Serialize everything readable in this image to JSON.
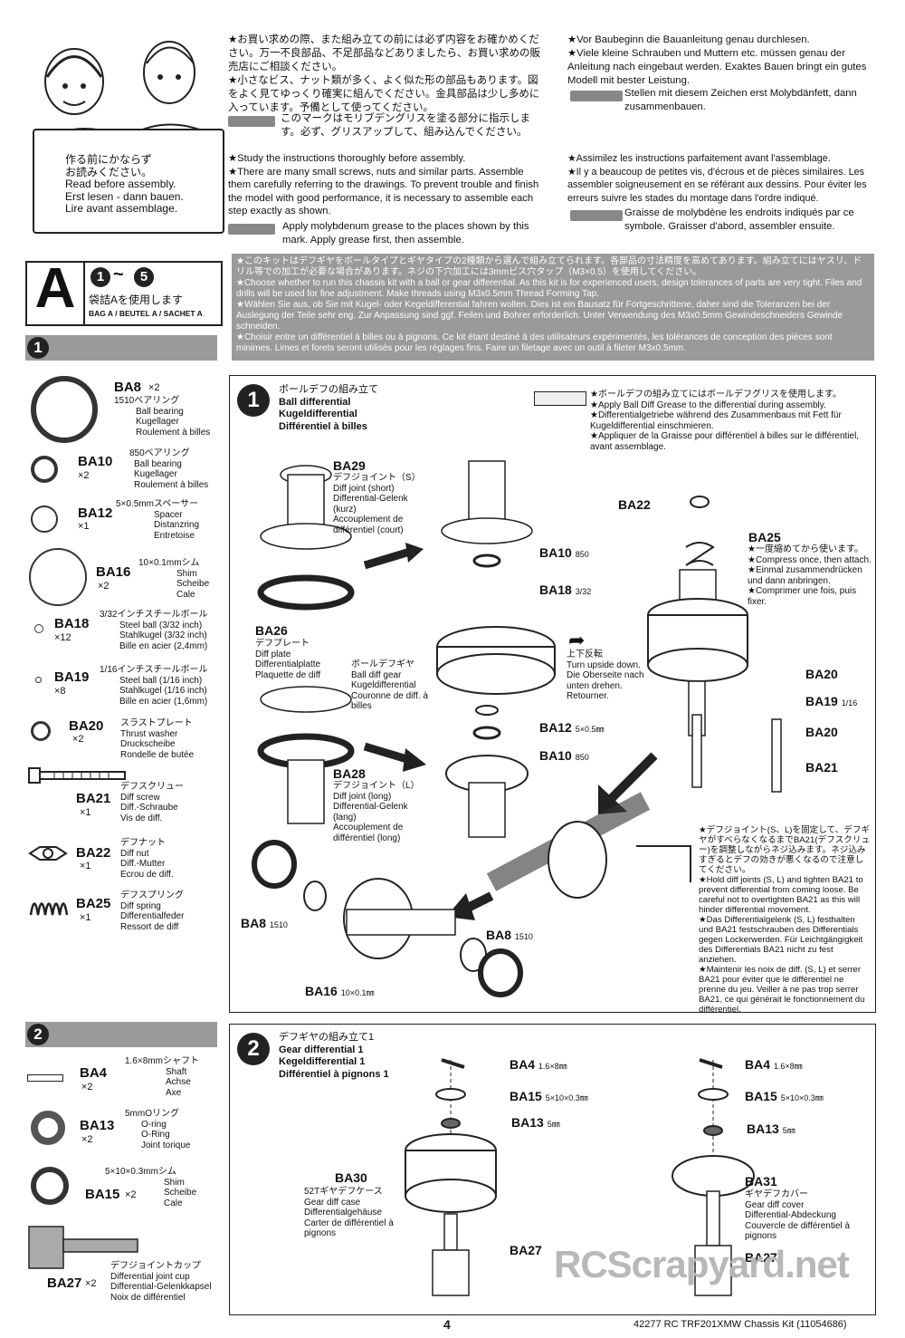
{
  "header": {
    "badge_lines": [
      "作る前にかならず",
      "お読みください。",
      "Read before assembly.",
      "Erst lesen - dann bauen.",
      "Lire avant assemblage."
    ],
    "jp_text": "★お買い求めの際、また組み立ての前には必ず内容をお確かめください。万一不良部品、不足部品などありましたら、お買い求めの販売店にご相談ください。\n★小さなビス、ナット類が多く、よく似た形の部品もあります。図をよく見てゆっくり確実に組んでください。金具部品は少し多めに入っています。予備として使ってください。",
    "jp_grease": "このマークはモリブデングリスを塗る部分に指示します。必ず、グリスアップして、組み込んでください。",
    "en_text": "★Study the instructions thoroughly before assembly.\n★There are many small screws, nuts and similar parts. Assemble them carefully referring to the drawings. To prevent trouble and finish the model with good performance, it is necessary to assemble each step exactly as shown.",
    "en_grease": "Apply molybdenum grease to the places shown by this mark.  Apply grease first, then assemble.",
    "de_text": "★Vor Baubeginn die Bauanleitung genau durchlesen.\n★Viele kleine Schrauben und Muttern etc. müssen genau der Anleitung nach eingebaut werden. Exaktes Bauen bringt ein gutes Modell mit bester Leistung.",
    "de_grease": "Stellen mit diesem Zeichen erst Molybdänfett, dann zusammenbauen.",
    "fr_text": "★Assimilez les instructions parfaitement avant l'assemblage.\n★Il y a beaucoup de petites vis, d'écrous et de pièces similaires. Les assembler soigneusement en se référant aux dessins. Pour éviter les erreurs suivre les stades du montage dans l'ordre indiqué.",
    "fr_grease": "Graisse de molybdène les endroits indiqués par ce symbole. Graisser d'abord, assembler ensuite."
  },
  "bag": {
    "letter": "A",
    "range_start": "1",
    "range_sep": "~",
    "range_end": "5",
    "jp": "袋詰Aを使用します",
    "label": "BAG A / BEUTEL A / SACHET A"
  },
  "notice": "★このキットはデフギヤをボールタイプとギヤタイプの2種類から選んで組み立てられます。各部品の寸法精度を高めてあります。組み立てにはヤスリ、ドリル等での加工が必要な場合があります。ネジの下穴加工には3mmビス穴タップ（M3×0.5）を使用してください。\n★Choose whether to run this chassis kit with a ball or gear differential. As this kit is for experienced users, design tolerances of parts are very tight. Files and drills will be used for fine adjustment. Make threads using M3x0.5mm Thread Forming Tap.\n★Wählen Sie aus, ob Sie mit Kugel- oder Kegeldifferential fahren wollen. Dies ist ein Bausatz für Fortgeschrittene, daher sind die Toleranzen bei der Auslegung der Teile sehr eng. Zur Anpassung sind ggf. Feilen und Bohrer erforderlich. Unter Verwendung des M3x0.5mm Gewindeschneiders Gewinde schneiden.\n★Choisir entre un différentiel à billes ou à pignons. Ce kit étant destiné à des utilisateurs expérimentés, les tolérances de conception des pièces sont minimes. Limes et forets seront utilisés pour les réglages fins. Faire un filetage avec un outil à fileter M3x0.5mm.",
  "step1": {
    "number": "1",
    "parts": [
      {
        "code": "BA8",
        "qty": "×2",
        "lines": [
          "1510ベアリング",
          "Ball bearing",
          "Kugellager",
          "Roulement à billes"
        ]
      },
      {
        "code": "BA10",
        "qty": "×2",
        "lines": [
          "850ベアリング",
          "Ball bearing",
          "Kugellager",
          "Roulement à billes"
        ]
      },
      {
        "code": "BA12",
        "qty": "×1",
        "lines": [
          "5×0.5mmスペーサー",
          "Spacer",
          "Distanzring",
          "Entretoise"
        ]
      },
      {
        "code": "BA16",
        "qty": "×2",
        "lines": [
          "10×0.1mmシム",
          "Shim",
          "Scheibe",
          "Cale"
        ]
      },
      {
        "code": "BA18",
        "qty": "×12",
        "lines": [
          "3/32インチスチールボール",
          "Steel ball (3/32 inch)",
          "Stahlkugel (3/32 inch)",
          "Bille en acier (2,4mm)"
        ]
      },
      {
        "code": "BA19",
        "qty": "×8",
        "lines": [
          "1/16インチスチールボール",
          "Steel ball (1/16 inch)",
          "Stahlkugel (1/16 inch)",
          "Bille en acier (1,6mm)"
        ]
      },
      {
        "code": "BA20",
        "qty": "×2",
        "lines": [
          "スラストプレート",
          "Thrust washer",
          "Druckscheibe",
          "Rondelle de butée"
        ]
      },
      {
        "code": "BA21",
        "qty": "×1",
        "lines": [
          "デフスクリュー",
          "Diff screw",
          "Diff.-Schraube",
          "Vis de diff."
        ]
      },
      {
        "code": "BA22",
        "qty": "×1",
        "lines": [
          "デフナット",
          "Diff nut",
          "Diff.-Mutter",
          "Ecrou de diff."
        ]
      },
      {
        "code": "BA25",
        "qty": "×1",
        "lines": [
          "デフスプリング",
          "Diff spring",
          "Differentialfeder",
          "Ressort de diff"
        ]
      }
    ],
    "title_lines": [
      "ボールデフの組み立て",
      "Ball differential",
      "Kugeldifferential",
      "Différentiel à billes"
    ],
    "grease_note": "★ボールデフの組み立てにはボールデフグリスを使用します。\n★Apply Ball Diff Grease to the differential during assembly.\n★Differentialgetriebe während des Zusammenbaus mit Fett für Kugeldifferential einschmieren.\n★Appliquer de la Graisse pour différentiel à billes sur le différentiel, avant assemblage.",
    "ba29": {
      "code": "BA29",
      "lines": [
        "デフジョイント（S）",
        "Diff joint (short)",
        "Differential-Gelenk (kurz)",
        "Accouplement de différentiel (court)"
      ]
    },
    "ba26": {
      "code": "BA26",
      "lines": [
        "デフプレート",
        "Diff plate",
        "Differentialplatte",
        "Plaquette de diff"
      ]
    },
    "ba28": {
      "code": "BA28",
      "lines": [
        "デフジョイント（L）",
        "Diff joint (long)",
        "Differential-Gelenk (lang)",
        "Accouplement de différentiel (long)"
      ]
    },
    "gear_label": [
      "ボールデフギヤ",
      "Ball diff gear",
      "Kugeldifferential",
      "Couronne de diff. à billes"
    ],
    "flip": [
      "上下反転",
      "Turn upside down.",
      "Die Oberseite nach unten drehen.",
      "Retourner."
    ],
    "callouts": {
      "ba10a": "BA10",
      "ba10a_sub": "850",
      "ba18": "BA18",
      "ba18_sub": "3/32",
      "ba12": "BA12",
      "ba12_sub": "5×0.5㎜",
      "ba10b": "BA10",
      "ba10b_sub": "850",
      "ba22": "BA22",
      "ba25": "BA25",
      "ba20a": "BA20",
      "ba19": "BA19",
      "ba19_sub": "1/16",
      "ba20b": "BA20",
      "ba21": "BA21",
      "ba8a": "BA8",
      "ba8a_sub": "1510",
      "ba8b": "BA8",
      "ba8b_sub": "1510",
      "ba16": "BA16",
      "ba16_sub": "10×0.1㎜"
    },
    "compress": "★一度縮めてから使います。\n★Compress once, then attach.\n★Einmal zusammendrücken und dann anbringen.\n★Comprimer une fois, puis fixer.",
    "tighten": "★デフジョイント(S、L)を固定して、デフギヤがすべらなくなるまでBA21(デフスクリュー)を調整しながらネジ込みます。ネジ込みすぎるとデフの効きが悪くなるので注意してください。\n★Hold diff joints (S, L) and tighten BA21 to prevent differential from coming loose. Be careful not to overtighten BA21 as this will hinder differential movement.\n★Das Differentialgelenk (S, L) festhalten und BA21 festschrauben des Differentials gegen Lockerwerden. Für Leichtgängigkeit des Differentials BA21 nicht zu fest anziehen.\n★Maintenir les noix de diff. (S, L) et serrer BA21 pour éviter que le différentiel ne prenne du jeu. Veiller à ne pas trop serrer BA21, ce qui générait le fonctionnement du différentiel."
  },
  "step2": {
    "number": "2",
    "parts": [
      {
        "code": "BA4",
        "qty": "×2",
        "lines": [
          "1.6×8mmシャフト",
          "Shaft",
          "Achse",
          "Axe"
        ]
      },
      {
        "code": "BA13",
        "qty": "×2",
        "lines": [
          "5mmOリング",
          "O-ring",
          "O-Ring",
          "Joint torique"
        ]
      },
      {
        "code": "BA15",
        "qty": "×2",
        "lines": [
          "5×10×0.3mmシム",
          "Shim",
          "Scheibe",
          "Cale"
        ]
      },
      {
        "code": "BA27",
        "qty": "×2",
        "lines": [
          "デフジョイントカップ",
          "Differential joint cup",
          "Differential-Gelenkkapsel",
          "Noix de différentiel"
        ]
      }
    ],
    "title_lines": [
      "デフギヤの組み立て1",
      "Gear differential 1",
      "Kegeldifferential 1",
      "Différentiel à pignons 1"
    ],
    "ba30": {
      "code": "BA30",
      "lines": [
        "52Tギヤデフケース",
        "Gear diff case",
        "Differentialgehäuse",
        "Carter de différentiel à pignons"
      ]
    },
    "ba31": {
      "code": "BA31",
      "lines": [
        "ギヤデフカバー",
        "Gear diff cover",
        "Differential-Abdeckung",
        "Couvercle de différentiel à pignons"
      ]
    },
    "callouts": {
      "ba4a": "BA4",
      "ba4a_sub": "1.6×8㎜",
      "ba15a": "BA15",
      "ba15a_sub": "5×10×0.3㎜",
      "ba13a": "BA13",
      "ba13a_sub": "5㎜",
      "ba27a": "BA27",
      "ba4b": "BA4",
      "ba4b_sub": "1.6×8㎜",
      "ba15b": "BA15",
      "ba15b_sub": "5×10×0.3㎜",
      "ba13b": "BA13",
      "ba13b_sub": "5㎜",
      "ba27b": "BA27"
    }
  },
  "footer": {
    "page": "4",
    "kit": "42277  RC TRF201XMW Chassis Kit (11054686)",
    "watermark": "RCScrapyard.net"
  }
}
